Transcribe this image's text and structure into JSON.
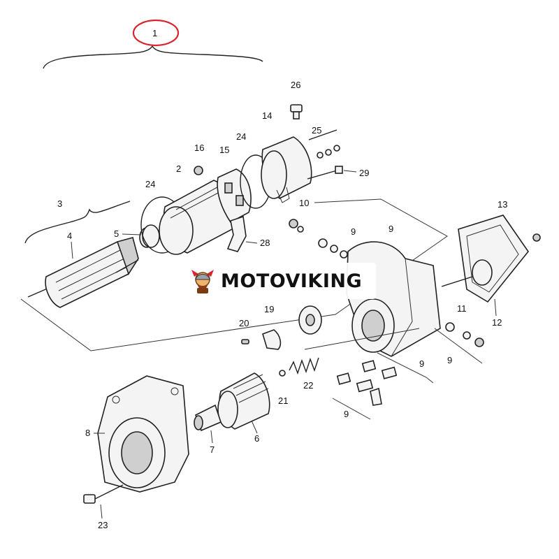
{
  "watermark": {
    "brand": "MOTOVIKING"
  },
  "colors": {
    "highlight_circle": "#d9232d",
    "line": "#222222"
  },
  "labels": {
    "l1": "1",
    "l2": "2",
    "l3": "3",
    "l4": "4",
    "l5": "5",
    "l6": "6",
    "l7": "7",
    "l8": "8",
    "l9a": "9",
    "l9b": "9",
    "l9c": "9",
    "l9d": "9",
    "l9e": "9",
    "l10": "10",
    "l11": "11",
    "l12": "12",
    "l13": "13",
    "l14": "14",
    "l15": "15",
    "l16": "16",
    "l19": "19",
    "l20": "20",
    "l21": "21",
    "l22": "22",
    "l23": "23",
    "l24a": "24",
    "l24b": "24",
    "l25": "25",
    "l26": "26",
    "l28": "28",
    "l29": "29"
  }
}
